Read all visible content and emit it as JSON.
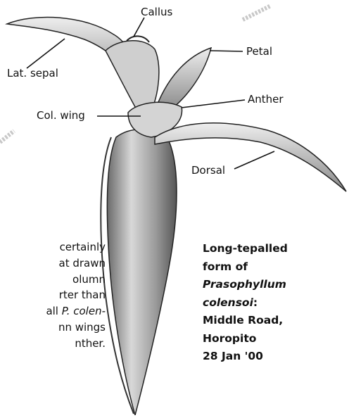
{
  "labels": {
    "callus": "Callus",
    "lat_sepal": "Lat. sepal",
    "col_wing": "Col. wing",
    "petal": "Petal",
    "anther": "Anther",
    "dorsal": "Dorsal"
  },
  "caption": {
    "line1": "Long-tepalled",
    "line2": "form of",
    "line3": "Prasophyllum",
    "line4": "colensoi",
    "line4_suffix": ":",
    "line5": "Middle Road,",
    "line6": "Horopito",
    "line7": "28 Jan '00"
  },
  "note": {
    "line1": "certainly",
    "line2": "at drawn",
    "line3": "olumn",
    "line4": "rter than",
    "line5_prefix": "all ",
    "line5_italic": "P. colen-",
    "line6": "nn wings",
    "line7": "nther."
  },
  "colors": {
    "ink": "#111111",
    "stipple": "#777777",
    "watermark": "#c8c8c8"
  }
}
